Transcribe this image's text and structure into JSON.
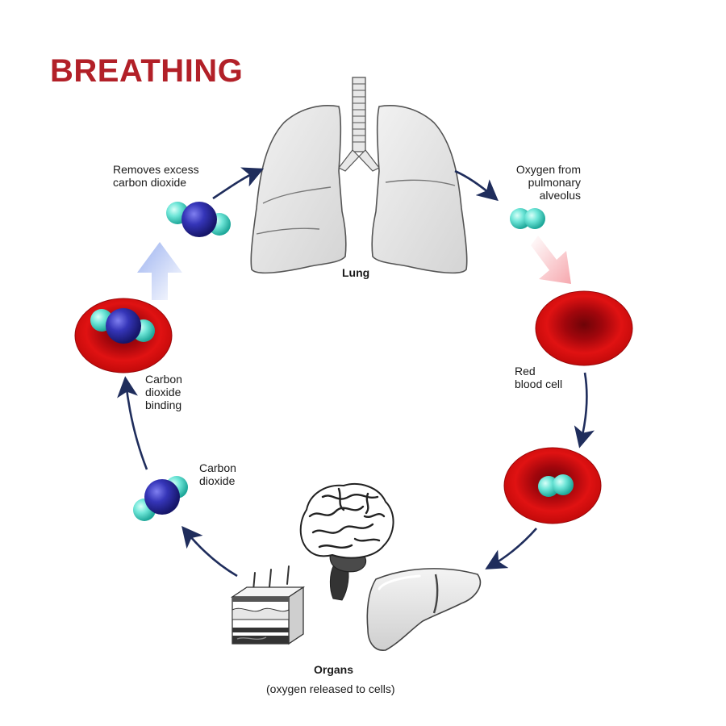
{
  "title": "BREATHING",
  "colors": {
    "title": "#b22028",
    "arrow": "#1f2d5c",
    "blood": "#d40e0e",
    "oxygen": "#5fe0d4",
    "carbon": "#3434b4"
  },
  "labels": {
    "removes_line1": "Removes excess",
    "removes_line2": "carbon dioxide",
    "oxygen_line1": "Oxygen from",
    "oxygen_line2": "pulmonary",
    "oxygen_line3": "alveolus",
    "lung": "Lung",
    "rbc_line1": "Red",
    "rbc_line2": "blood cell",
    "binding_line1": "Carbon",
    "binding_line2": "dioxide",
    "binding_line3": "binding",
    "co2_line1": "Carbon",
    "co2_line2": "dioxide",
    "organs": "Organs",
    "organs_sub": "(oxygen released to cells)"
  },
  "icons": [
    "lung-icon",
    "red-blood-cell-icon",
    "oxygen-molecule-icon",
    "carbon-dioxide-molecule-icon",
    "brain-icon",
    "liver-icon",
    "skin-icon"
  ]
}
